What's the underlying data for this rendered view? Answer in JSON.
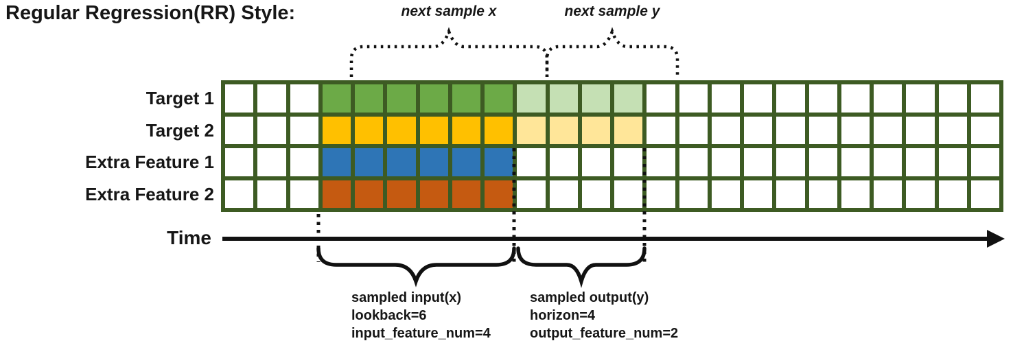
{
  "title": "Regular Regression(RR) Style:",
  "top_annotations": {
    "next_sample_x": "next sample x",
    "next_sample_y": "next sample y"
  },
  "time_axis": {
    "label": "Time"
  },
  "bottom_annotations": {
    "input": {
      "title": "sampled input(x)",
      "line2": "lookback=6",
      "line3": "input_feature_num=4"
    },
    "output": {
      "title": "sampled output(y)",
      "line2": "horizon=4",
      "line3": "output_feature_num=2"
    }
  },
  "grid": {
    "num_columns": 24,
    "input_start_col": 3,
    "lookback": 6,
    "horizon": 4,
    "border_color": "#3D5B23",
    "cell_background": "#FFFFFF",
    "rows": [
      {
        "label": "Target 1",
        "input_color": "#6CAA47",
        "output_color": "#C5E0B4"
      },
      {
        "label": "Target 2",
        "input_color": "#FFC000",
        "output_color": "#FFE699"
      },
      {
        "label": "Extra Feature 1",
        "input_color": "#2E75B6",
        "output_color": null
      },
      {
        "label": "Extra Feature 2",
        "input_color": "#C55A11",
        "output_color": null
      }
    ]
  }
}
